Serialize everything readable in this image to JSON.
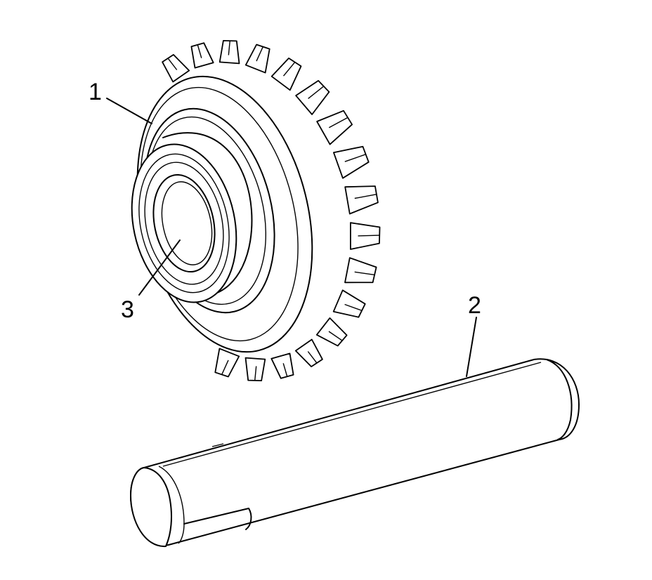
{
  "callouts": [
    {
      "id": "1",
      "label": "1"
    },
    {
      "id": "2",
      "label": "2"
    },
    {
      "id": "3",
      "label": "3"
    }
  ],
  "parts": {
    "gear": "gear",
    "shaft": "shaft",
    "bore": "bore"
  }
}
